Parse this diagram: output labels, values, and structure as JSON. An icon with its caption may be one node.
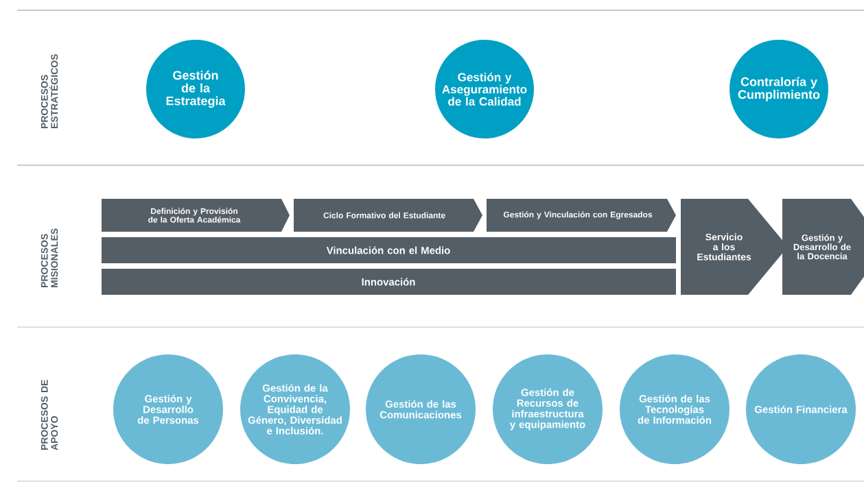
{
  "diagram": {
    "nodes": [
      {
        "text": [
          "Gestión de la Estrategia"
        ]
      },
      {
        "text": [
          "Gestión y Aseguramiento de la Calidad"
        ]
      },
      {
        "text": [
          "Contraloría y Cumplimiento"
        ]
      },
      {
        "text": [
          "Definición y Provisión de la Oferta Académica"
        ]
      },
      {
        "text": [
          "Ciclo Formativo del Estudiante"
        ]
      },
      {
        "text": [
          "Gestión y Vinculación con Egresados"
        ]
      },
      {
        "text": [
          "Vinculación con el Medio"
        ]
      },
      {
        "text": [
          "Innovación"
        ]
      },
      {
        "text": [
          "Servicio a los Estudiantes"
        ]
      },
      {
        "text": [
          "Gestión y Desarrollo de la Docencia"
        ]
      },
      {
        "text": [
          "Gestión y Desarrollo de Personas"
        ]
      },
      {
        "text": [
          "Gestión de la Convivencia, Equidad de Género, Diversidad e Inclusión."
        ]
      },
      {
        "text": [
          "Gestión de las Comunicaciones"
        ]
      },
      {
        "text": [
          "Gestión de Recursos de infraestructura y equipamiento"
        ]
      },
      {
        "text": [
          "Gestión de las Tecnologías de Información"
        ]
      },
      {
        "text": [
          "Gestión Financiera"
        ]
      }
    ],
    "labels": [
      "PROCESOS ESTRATÉGICOS",
      "PROCESOS MISIONALES",
      "PROCESOS DE APOYO"
    ]
  }
}
